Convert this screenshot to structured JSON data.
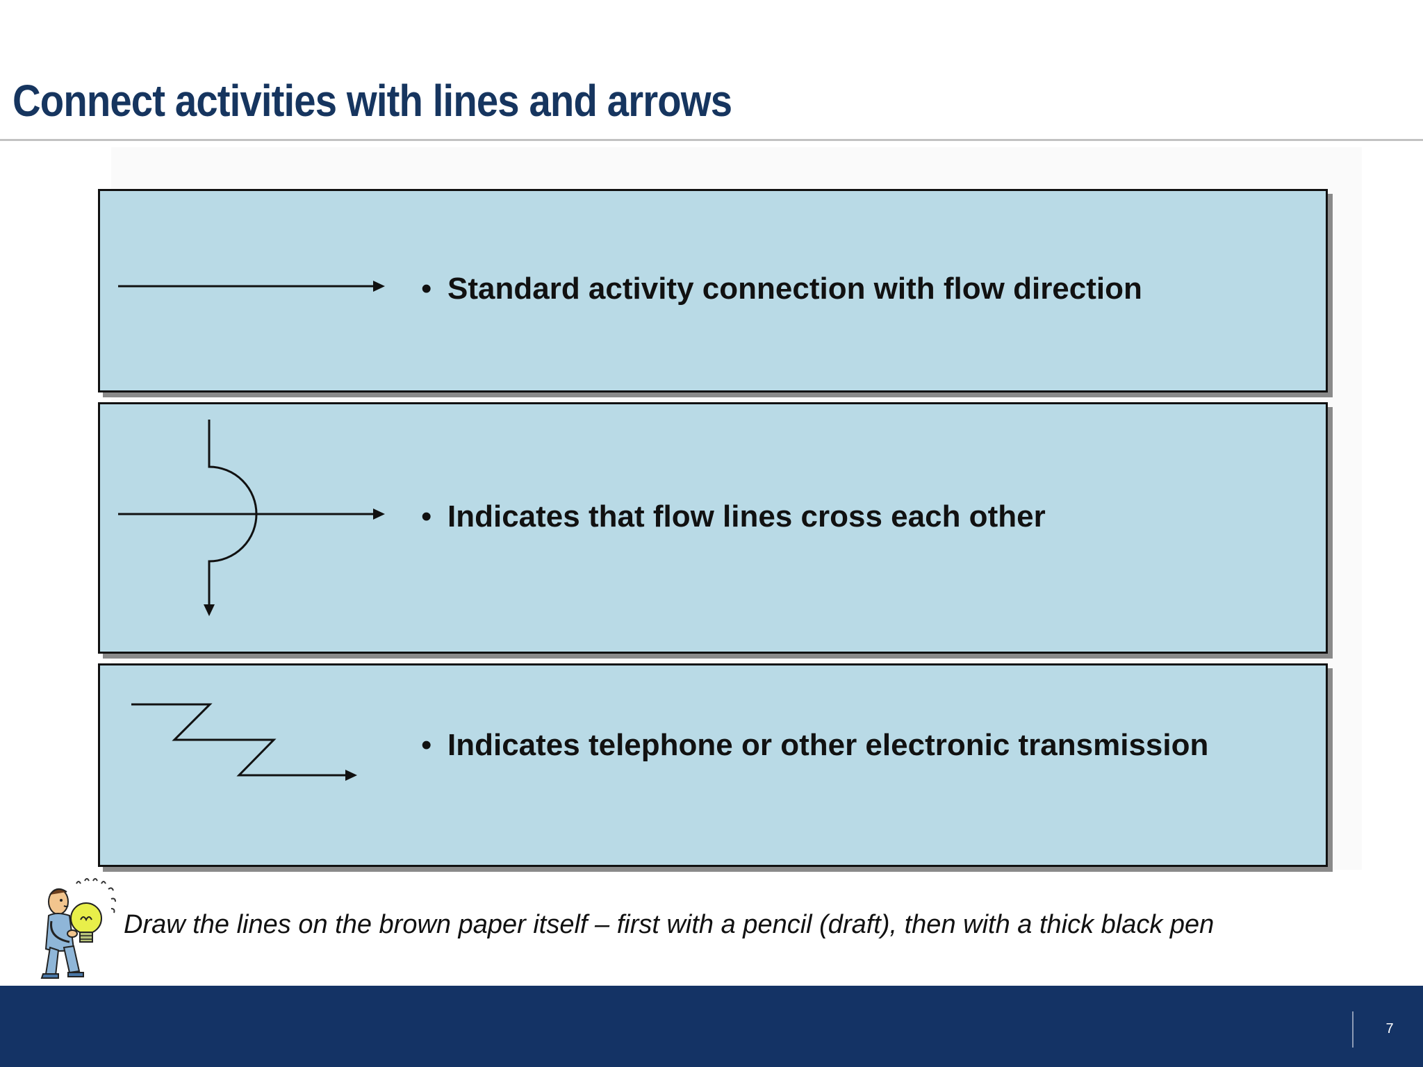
{
  "slide": {
    "title": "Connect activities with lines and arrows",
    "page_number": "7"
  },
  "symbols": [
    {
      "icon": "straight-arrow-icon",
      "bullet": "•",
      "text": "Standard activity connection with flow direction"
    },
    {
      "icon": "crossing-lines-icon",
      "bullet": "•",
      "text": "Indicates that flow lines cross each other"
    },
    {
      "icon": "zigzag-arrow-icon",
      "bullet": "•",
      "text": "Indicates telephone or other electronic transmission"
    }
  ],
  "tip": {
    "icon": "idea-person-lightbulb-icon",
    "text": "Draw the lines on the brown paper itself – first with a pencil (draft), then with a thick black pen"
  },
  "colors": {
    "title": "#16355f",
    "box_fill": "#b9dae6",
    "footer": "#143365"
  }
}
